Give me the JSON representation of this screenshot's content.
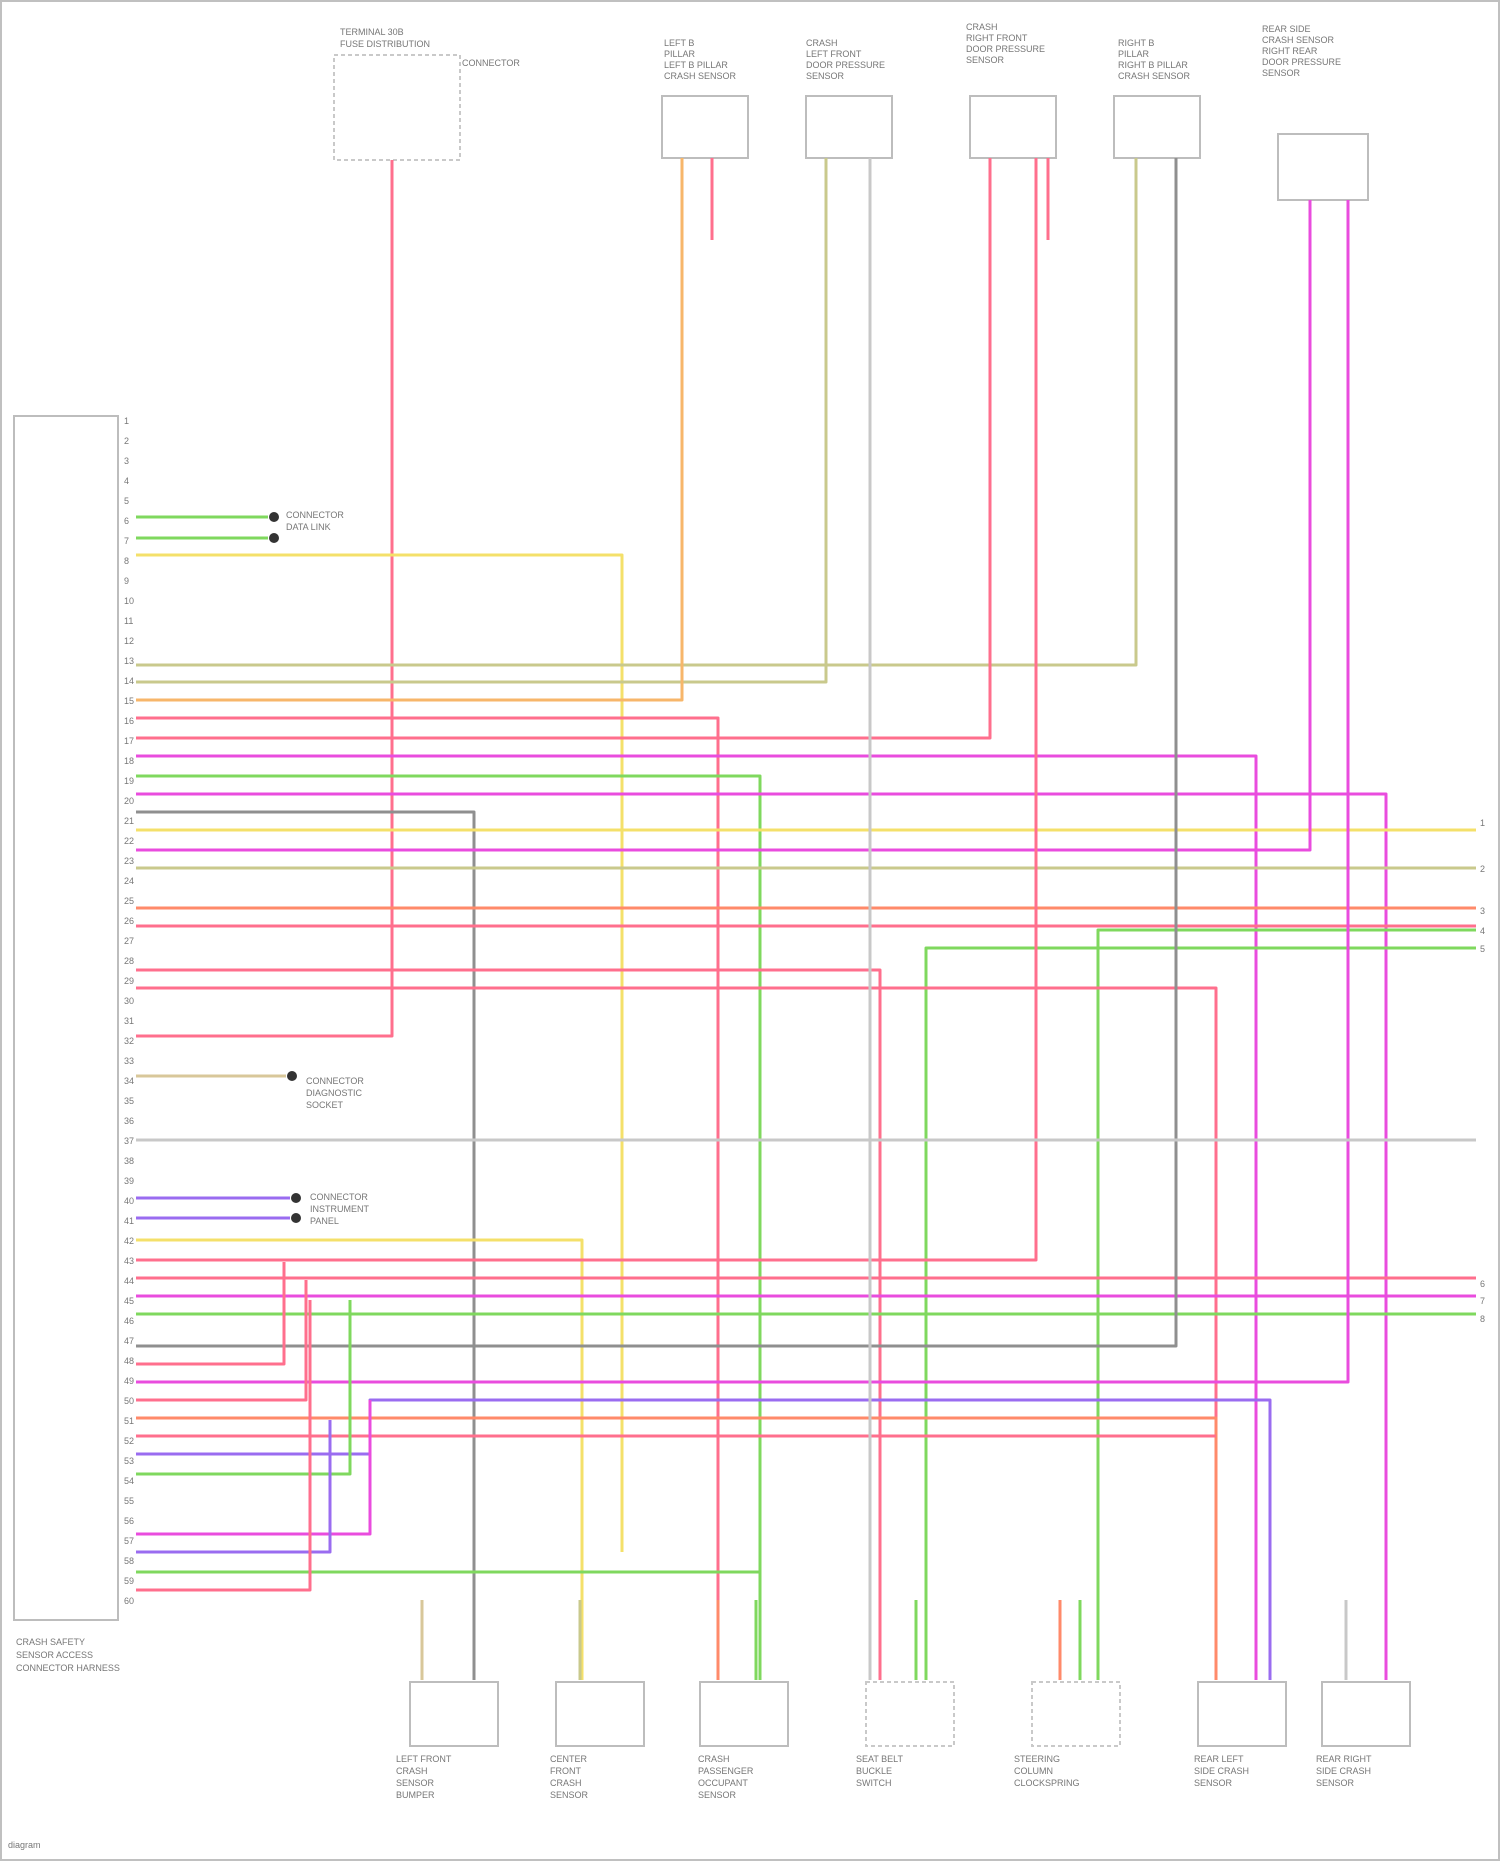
{
  "module": {
    "label_lines": [
      "CRASH SAFETY",
      "SENSOR ACCESS",
      "CONNECTOR HARNESS"
    ],
    "pins": [
      "1",
      "2",
      "3",
      "4",
      "5",
      "6",
      "7",
      "8",
      "9",
      "10",
      "11",
      "12",
      "13",
      "14",
      "15",
      "16",
      "17",
      "18",
      "19",
      "20",
      "21",
      "22",
      "23",
      "24",
      "25",
      "26",
      "27",
      "28",
      "29",
      "30",
      "31",
      "32",
      "33",
      "34",
      "35",
      "36",
      "37",
      "38",
      "39",
      "40",
      "41",
      "42",
      "43",
      "44",
      "45",
      "46",
      "47",
      "48",
      "49",
      "50",
      "51",
      "52",
      "53",
      "54",
      "55",
      "56",
      "57",
      "58",
      "59",
      "60"
    ]
  },
  "top_components": [
    {
      "label_lines": [
        "TERMINAL 30B",
        "FUSE DISTRIBUTION"
      ],
      "note": "CONNECTOR"
    },
    {
      "label_lines": [
        "LEFT B",
        "PILLAR",
        "LEFT B PILLAR",
        "CRASH SENSOR"
      ]
    },
    {
      "label_lines": [
        "CRASH",
        "LEFT FRONT",
        "DOOR PRESSURE",
        "SENSOR"
      ]
    },
    {
      "label_lines": [
        "CRASH",
        "RIGHT FRONT",
        "DOOR PRESSURE",
        "SENSOR"
      ]
    },
    {
      "label_lines": [
        "RIGHT B",
        "PILLAR",
        "RIGHT B PILLAR",
        "CRASH SENSOR"
      ]
    },
    {
      "label_lines": [
        "REAR SIDE",
        "CRASH SENSOR",
        "RIGHT REAR",
        "DOOR PRESSURE",
        "SENSOR"
      ]
    }
  ],
  "bottom_components": [
    {
      "label_lines": [
        "LEFT FRONT",
        "CRASH",
        "SENSOR",
        "BUMPER"
      ]
    },
    {
      "label_lines": [
        "CENTER",
        "FRONT",
        "CRASH",
        "SENSOR"
      ]
    },
    {
      "label_lines": [
        "CRASH",
        "PASSENGER",
        "OCCUPANT",
        "SENSOR"
      ]
    },
    {
      "label_lines": [
        "SEAT BELT",
        "BUCKLE",
        "SWITCH"
      ]
    },
    {
      "label_lines": [
        "STEERING",
        "COLUMN",
        "CLOCKSPRING"
      ]
    },
    {
      "label_lines": [
        "REAR LEFT",
        "SIDE CRASH",
        "SENSOR"
      ]
    },
    {
      "label_lines": [
        "REAR RIGHT",
        "SIDE CRASH",
        "SENSOR"
      ]
    }
  ],
  "side_connectors": [
    {
      "label_lines": [
        "CONNECTOR",
        "DATA LINK"
      ]
    },
    {
      "label_lines": [
        "CONNECTOR",
        "DIAGNOSTIC",
        "SOCKET"
      ]
    },
    {
      "label_lines": [
        "CONNECTOR",
        "INSTRUMENT",
        "PANEL"
      ]
    }
  ],
  "right_connector_labels": [
    "1",
    "2",
    "3",
    "4",
    "5",
    "6",
    "7",
    "8"
  ],
  "colors": {
    "pink": "#ff6f8d",
    "magenta": "#e94cde",
    "green": "#7fd85e",
    "yellow": "#f4e06a",
    "olive": "#c9c98c",
    "orange": "#f7b66a",
    "gray": "#8f8f8f",
    "violet": "#9a6cf0",
    "tan": "#d8c79a",
    "salmon": "#ff8a6a",
    "lightgray": "#c8c8c8"
  },
  "footer": "diagram"
}
